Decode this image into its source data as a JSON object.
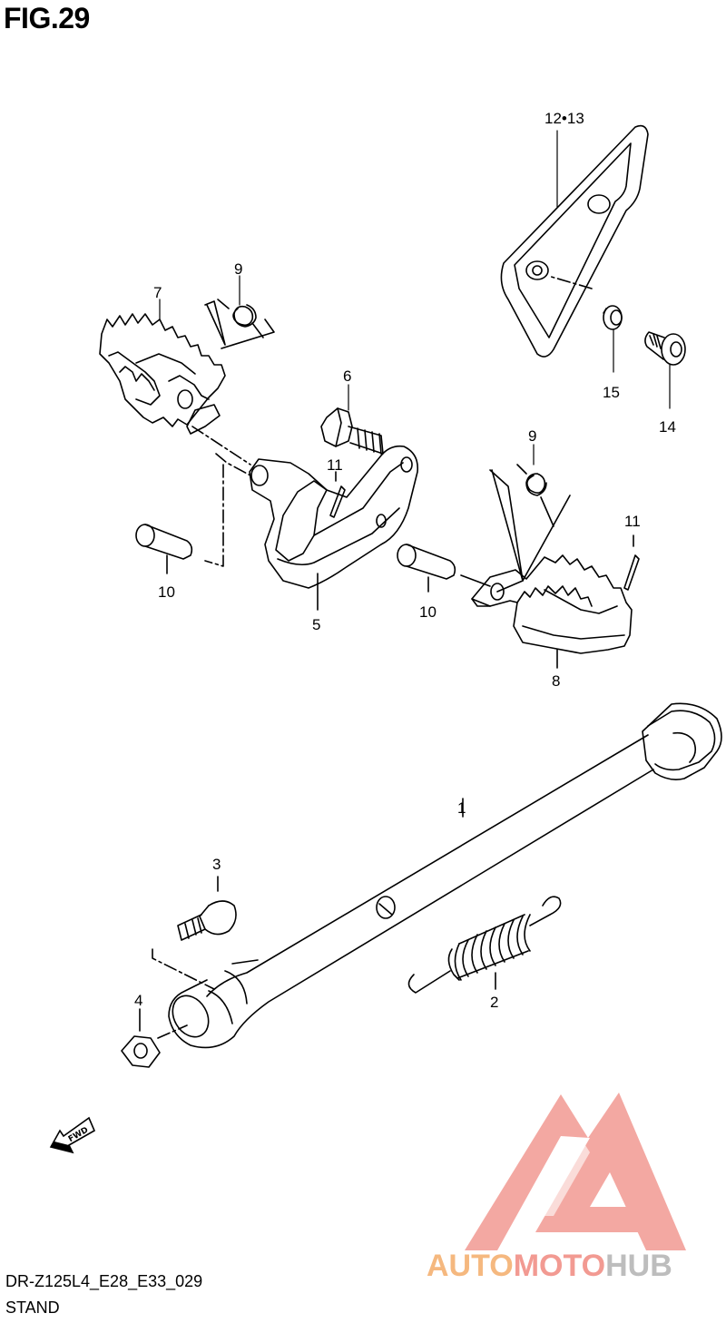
{
  "figure": {
    "title": "FIG.29"
  },
  "callouts": {
    "p1": "1",
    "p2": "2",
    "p3": "3",
    "p4": "4",
    "p5": "5",
    "p6": "6",
    "p7": "7",
    "p8": "8",
    "p9a": "9",
    "p9b": "9",
    "p10a": "10",
    "p10b": "10",
    "p11a": "11",
    "p11b": "11",
    "p12_13": "12•13",
    "p14": "14",
    "p15": "15"
  },
  "fwd_label": "FWD",
  "footer": {
    "code": "DR-Z125L4_E28_E33_029",
    "section": "STAND"
  },
  "watermark": {
    "part1": "AUTO",
    "part2": "MOTO",
    "part3": "HUB",
    "colors": {
      "orange": "#f5b87f",
      "pink": "#f29a92",
      "gray": "#bdbdbd"
    }
  }
}
